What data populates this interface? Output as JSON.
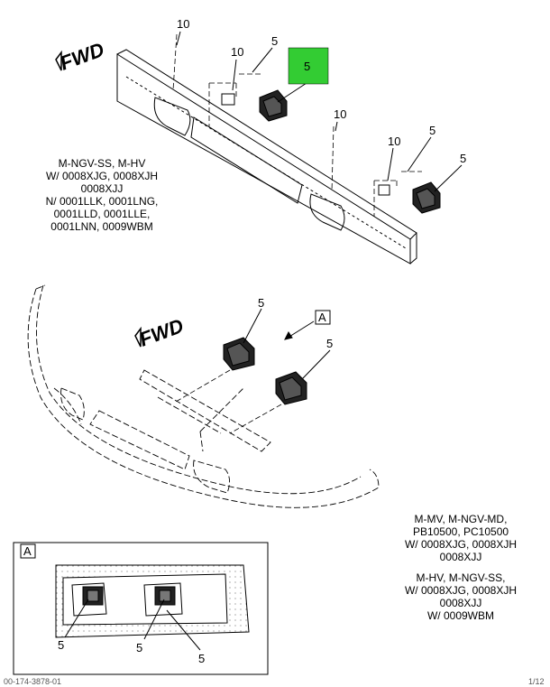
{
  "fwd_label": "FWD",
  "view_label": "A",
  "callouts": {
    "top_10a": "10",
    "top_10b": "10",
    "top_10c": "10",
    "top_10d": "10",
    "top_5a": "5",
    "top_5_highlight": "5",
    "top_5b": "5",
    "top_5c": "5",
    "mid_5a": "5",
    "mid_5b": "5",
    "inset_5a": "5",
    "inset_5b": "5",
    "inset_5c": "5"
  },
  "highlight_color": "#33cc33",
  "notes": {
    "top": "M-NGV-SS, M-HV\nW/ 0008XJG, 0008XJH\n0008XJJ\nN/ 0001LLK, 0001LNG,\n0001LLD, 0001LLE,\n0001LNN, 0009WBM",
    "right_a": "M-MV, M-NGV-MD,\nPB10500, PC10500\nW/ 0008XJG, 0008XJH\n0008XJJ",
    "right_b": "M-HV, M-NGV-SS,\nW/ 0008XJG, 0008XJH\n0008XJJ\nW/ 0009WBM"
  },
  "footer_left": "00-174-3878-01",
  "footer_right": "1/12"
}
